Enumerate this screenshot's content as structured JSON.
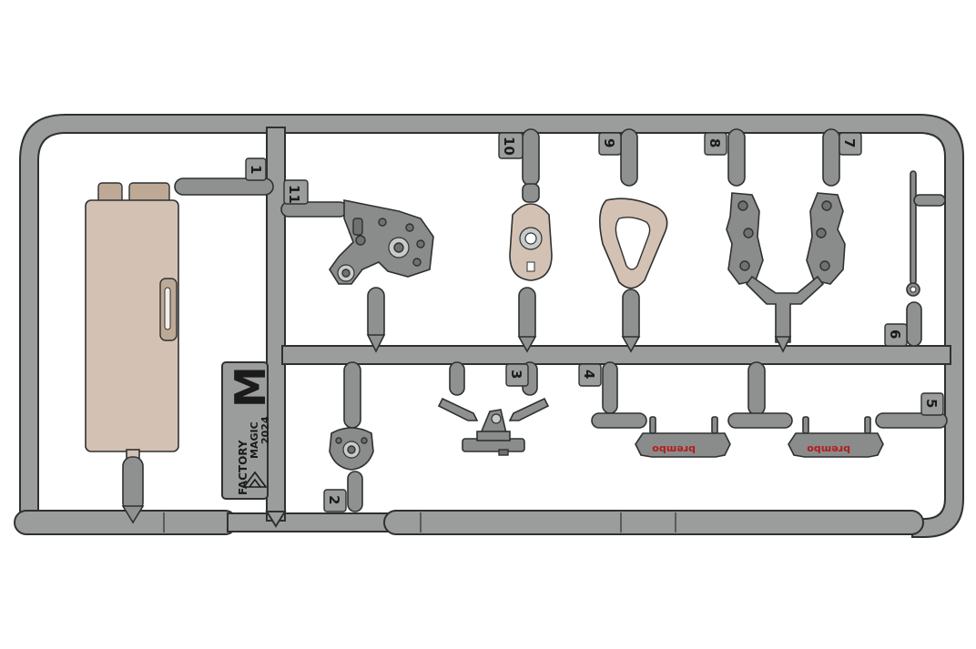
{
  "part_numbers": [
    "1",
    "2",
    "3",
    "4",
    "5",
    "6",
    "7",
    "8",
    "9",
    "10",
    "11"
  ],
  "logo": {
    "letter": "M",
    "year": "2024",
    "line1": "MAGIC",
    "line2": "FACTORY"
  },
  "caliper_brand": "brembo",
  "colors": {
    "runner": "#9b9d9d",
    "part_grey": "#8a8c8c",
    "part_tan": "#d3c2b4",
    "brand_red": "#b51b1b"
  }
}
